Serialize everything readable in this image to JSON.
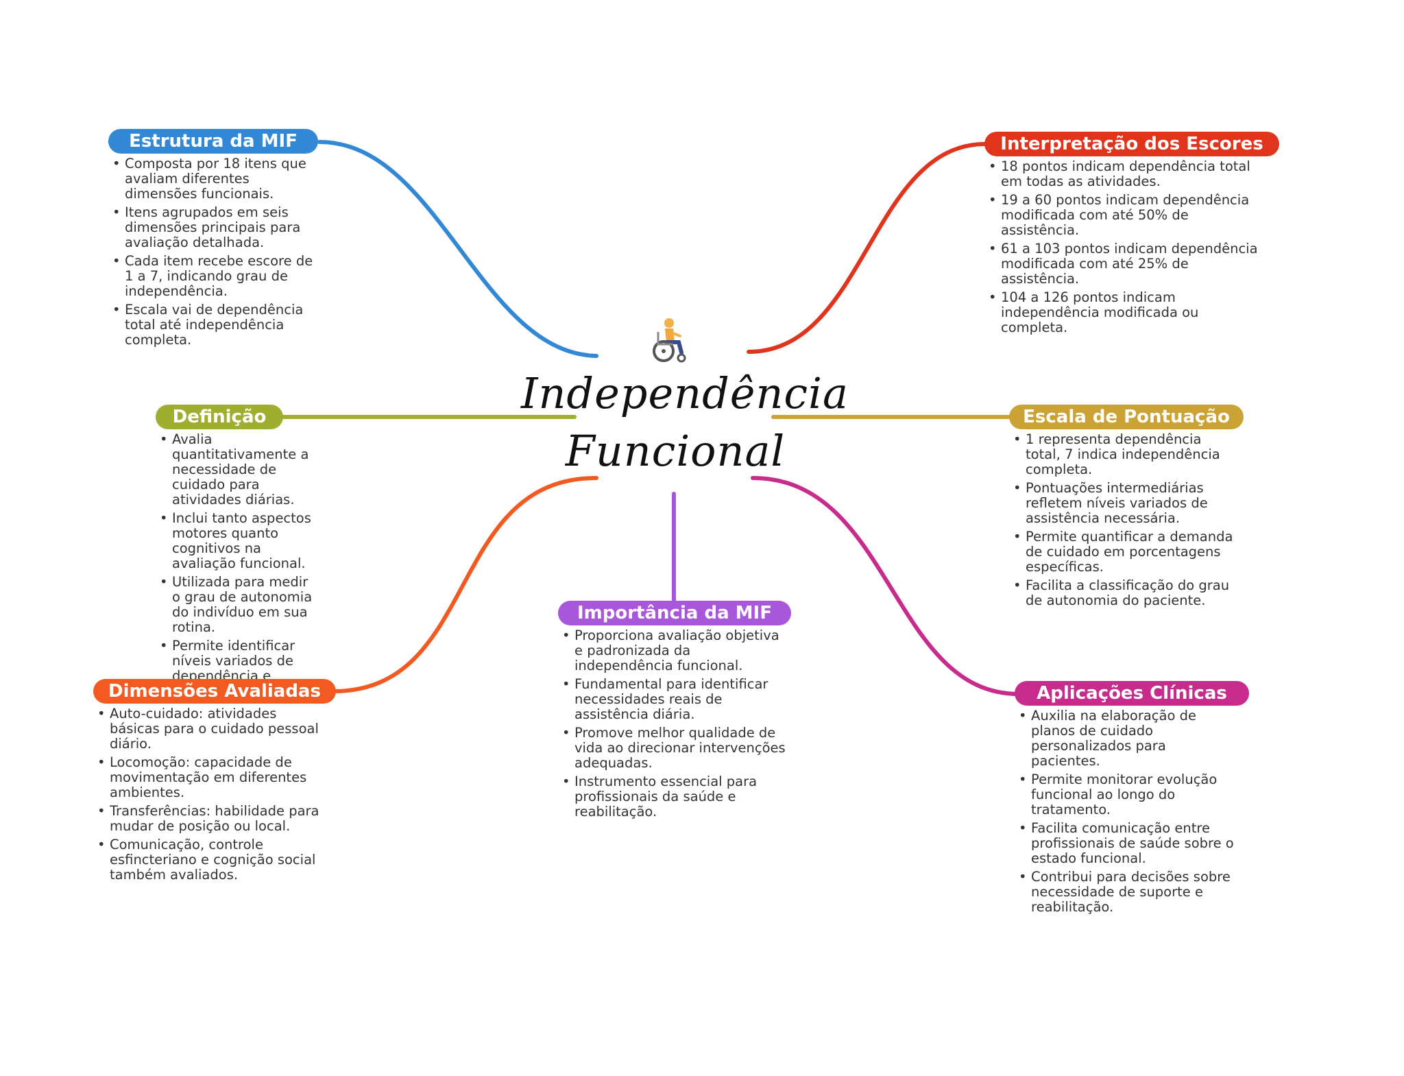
{
  "center": {
    "title_line1": "Independência",
    "title_line2": "Funcional",
    "icon": "person-in-wheelchair-icon"
  },
  "colors": {
    "estrutura": "#3388d6",
    "interpretacao": "#e0341d",
    "definicao": "#9fae2e",
    "escala": "#cba234",
    "importancia": "#a857db",
    "dimensoes": "#f25a22",
    "aplicacoes": "#c72c8c"
  },
  "branches": {
    "estrutura": {
      "title": "Estrutura da MIF",
      "items": [
        "Composta por 18 itens que avaliam diferentes dimensões funcionais.",
        "Itens agrupados em seis dimensões principais para avaliação detalhada.",
        "Cada item recebe escore de 1 a 7, indicando grau de independência.",
        "Escala vai de dependência total até independência completa."
      ]
    },
    "interpretacao": {
      "title": "Interpretação dos Escores",
      "items": [
        "18 pontos indicam dependência total em todas as atividades.",
        "19 a 60 pontos indicam dependência modificada com até 50% de assistência.",
        "61 a 103 pontos indicam dependência modificada com até 25% de assistência.",
        "104 a 126 pontos indicam independência modificada ou completa."
      ]
    },
    "definicao": {
      "title": "Definição",
      "items": [
        "Avalia quantitativamente a necessidade de cuidado para atividades diárias.",
        "Inclui tanto aspectos motores quanto cognitivos na avaliação funcional.",
        "Utilizada para medir o grau de autonomia do indivíduo em sua rotina.",
        "Permite identificar níveis variados de dependência e independência."
      ]
    },
    "escala": {
      "title": "Escala de Pontuação",
      "items": [
        "1 representa dependência total, 7 indica independência completa.",
        "Pontuações intermediárias refletem níveis variados de assistência necessária.",
        "Permite quantificar a demanda de cuidado em porcentagens específicas.",
        "Facilita a classificação do grau de autonomia do paciente."
      ]
    },
    "importancia": {
      "title": "Importância da MIF",
      "items": [
        "Proporciona avaliação objetiva e padronizada da independência funcional.",
        "Fundamental para identificar necessidades reais de assistência diária.",
        "Promove melhor qualidade de vida ao direcionar intervenções adequadas.",
        "Instrumento essencial para profissionais da saúde e reabilitação."
      ]
    },
    "dimensoes": {
      "title": "Dimensões Avaliadas",
      "items": [
        "Auto-cuidado: atividades básicas para o cuidado pessoal diário.",
        "Locomoção: capacidade de movimentação em diferentes ambientes.",
        "Transferências: habilidade para mudar de posição ou local.",
        "Comunicação, controle esfincteriano e cognição social também avaliados."
      ]
    },
    "aplicacoes": {
      "title": "Aplicações Clínicas",
      "items": [
        "Auxilia na elaboração de planos de cuidado personalizados para pacientes.",
        "Permite monitorar evolução funcional ao longo do tratamento.",
        "Facilita comunicação entre profissionais de saúde sobre o estado funcional.",
        "Contribui para decisões sobre necessidade de suporte e reabilitação."
      ]
    }
  }
}
